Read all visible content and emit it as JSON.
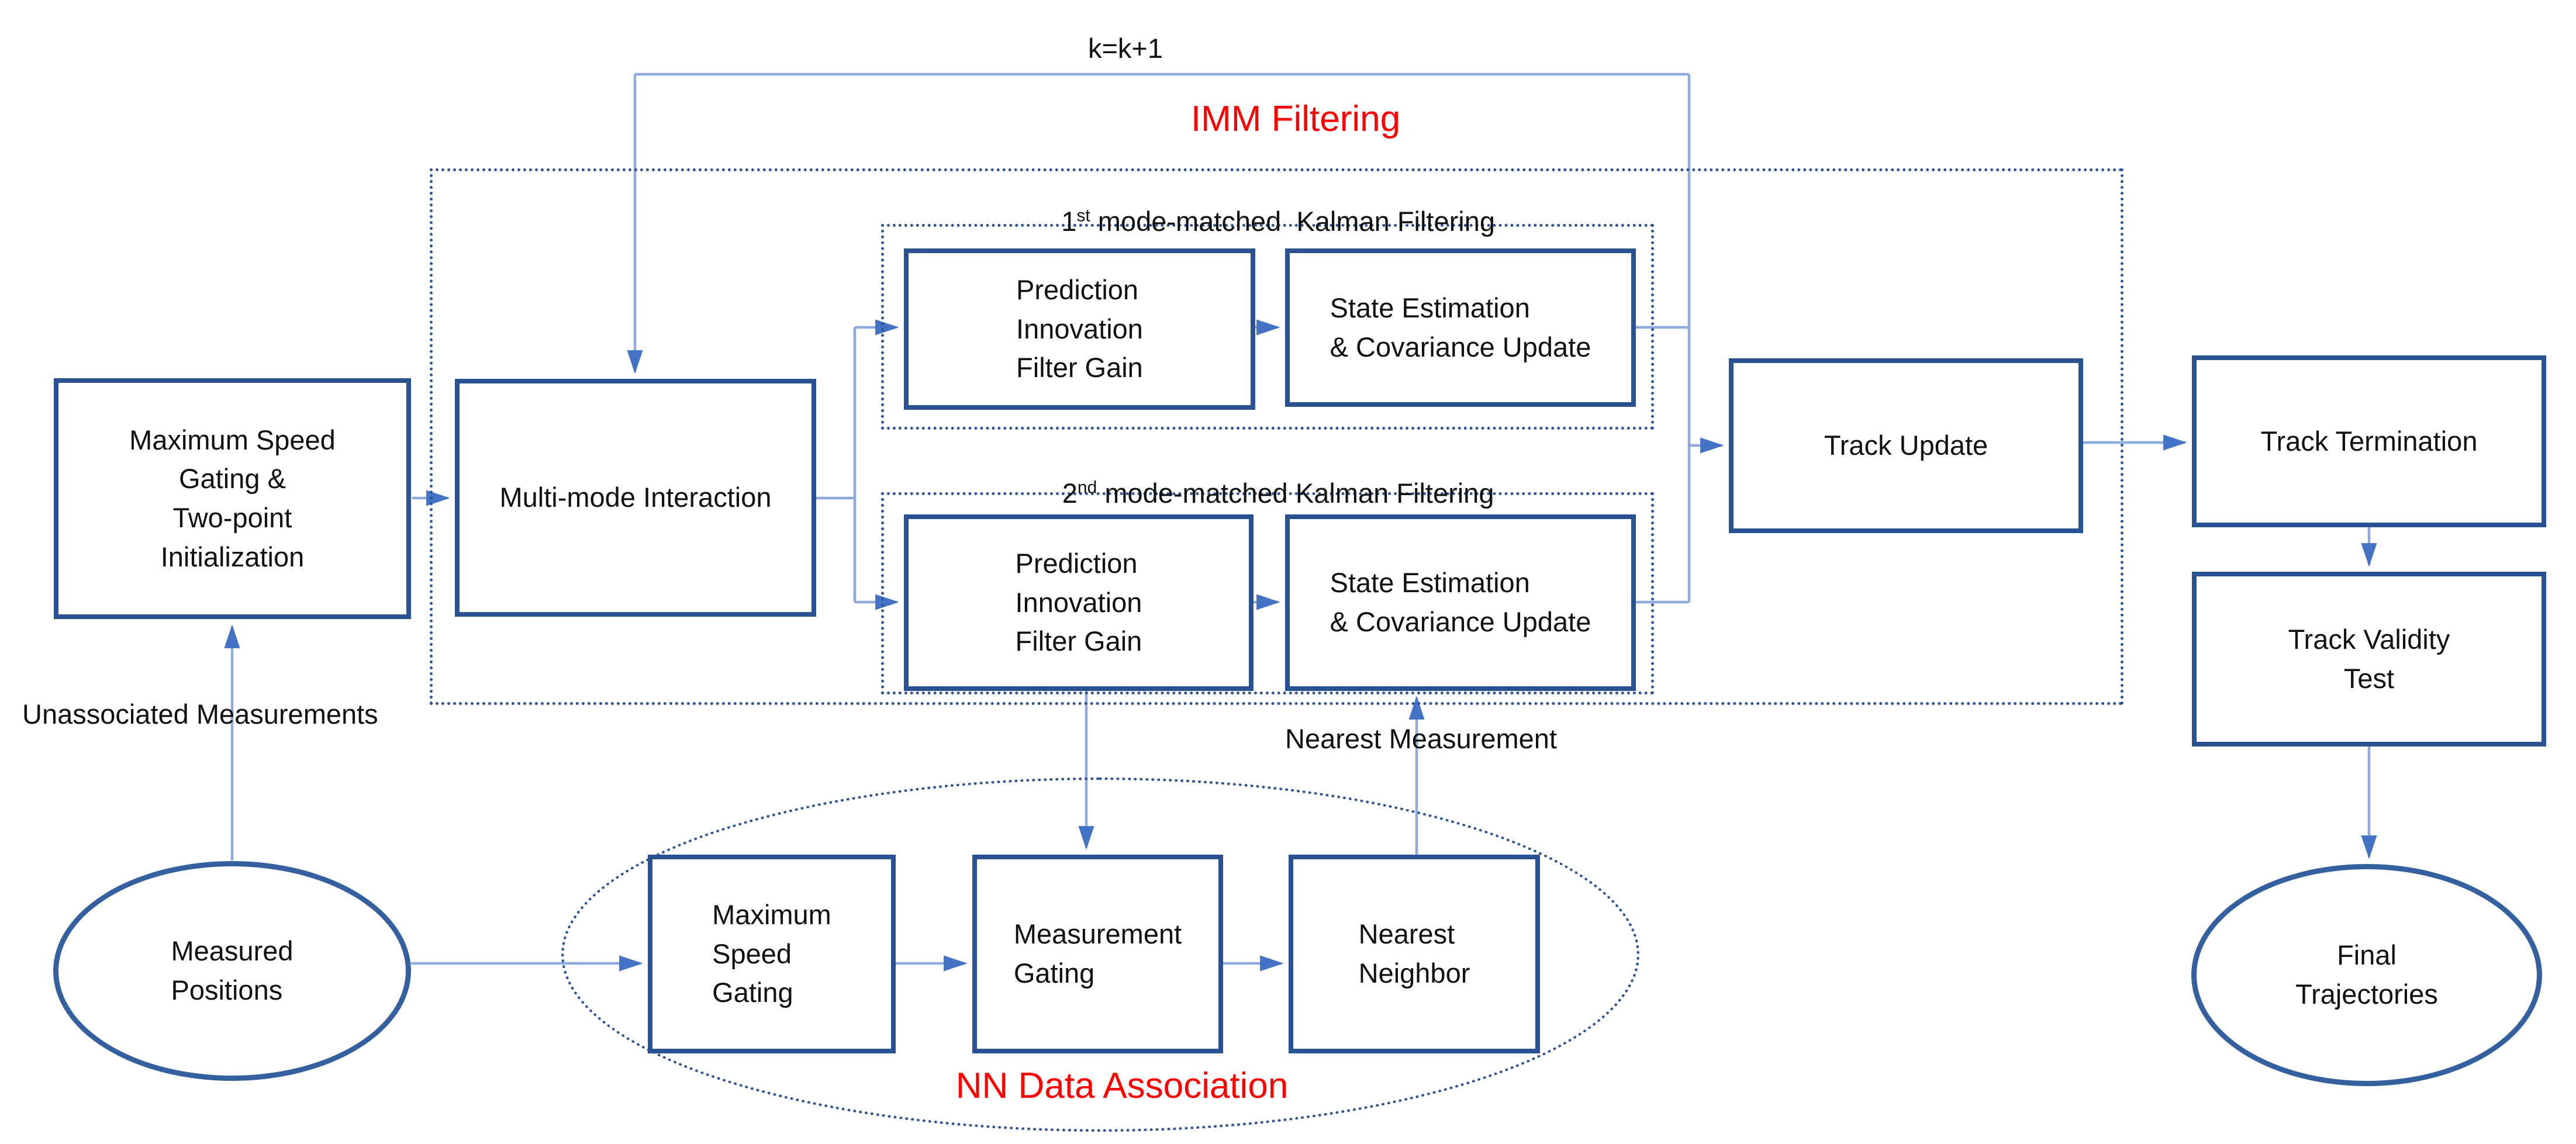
{
  "diagram": {
    "feedback_label": "k=k+1",
    "imm_title": "IMM Filtering",
    "nn_title": "NN Data Association",
    "unassociated_label": "Unassociated Measurements",
    "nearest_label": "Nearest Measurement",
    "kalman1": {
      "num": "1",
      "sup": "st",
      "rest": " mode-matched  Kalman Filtering"
    },
    "kalman2": {
      "num": "2",
      "sup": "nd",
      "rest": " mode-matched Kalman Filtering"
    },
    "nodes": {
      "init": "Maximum Speed\nGating &\nTwo-point\nInitialization",
      "multimode": "Multi-mode Interaction",
      "pred1": "Prediction\nInnovation\nFilter Gain",
      "se1": "State Estimation\n& Covariance Update",
      "pred2": "Prediction\nInnovation\nFilter Gain",
      "se2": "State Estimation\n& Covariance Update",
      "track_update": "Track Update",
      "track_termination": "Track Termination",
      "track_validity": "Track Validity\nTest",
      "measured": "Measured\nPositions",
      "final": "Final\nTrajectories",
      "max_speed_gating": "Maximum\nSpeed\nGating",
      "measurement_gating": "Measurement\nGating",
      "nearest_neighbor": "Nearest\nNeighbor"
    },
    "colors": {
      "box_border": "#2a5192",
      "ellipse_border": "#35609f",
      "dotted_border": "#2f5496",
      "connector_line": "#8faadc",
      "arrowhead": "#4472c4",
      "title_red": "#ff0000",
      "text": "#111111"
    }
  }
}
